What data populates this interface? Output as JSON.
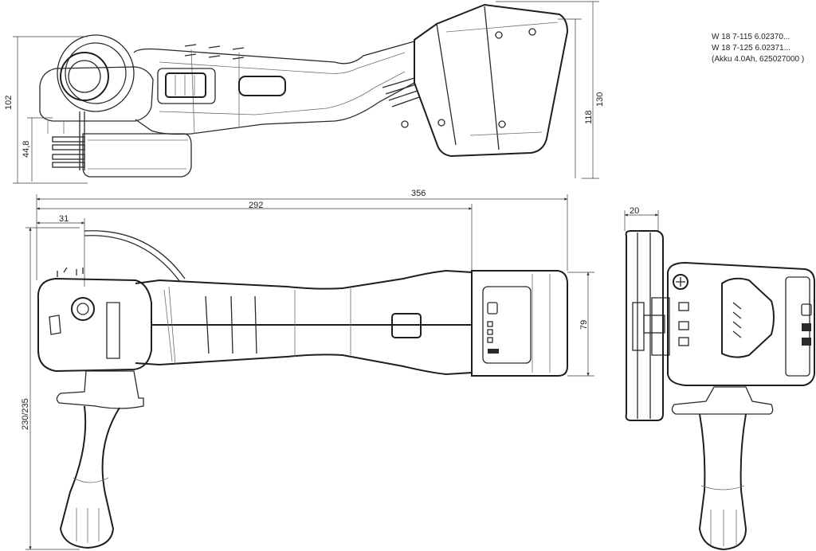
{
  "model_info": [
    "W 18 7-115   6.02370...",
    "W 18 7-125   6.02371...",
    "(Akku 4.0Ah, 625027000 )"
  ],
  "dimensions": {
    "height_total": "130",
    "height_body": "118",
    "height_left": "102",
    "height_spindle": "44,8",
    "length_total": "356",
    "length_body": "292",
    "offset_front": "31",
    "width_battery": "79",
    "width_handle": "230/235",
    "guard_depth": "20"
  }
}
